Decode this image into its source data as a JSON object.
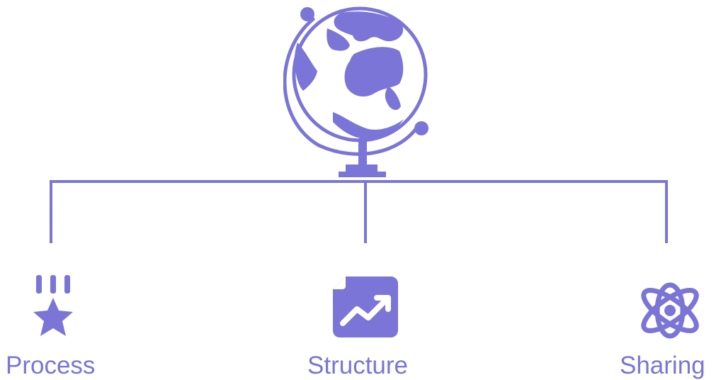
{
  "colors": {
    "accent": "#7a75d6",
    "background": "#ffffff"
  },
  "root": {
    "icon": "globe-icon"
  },
  "children": [
    {
      "label": "Process",
      "icon": "medal-star-icon"
    },
    {
      "label": "Structure",
      "icon": "growth-chart-document-icon"
    },
    {
      "label": "Sharing",
      "icon": "atom-icon"
    }
  ]
}
